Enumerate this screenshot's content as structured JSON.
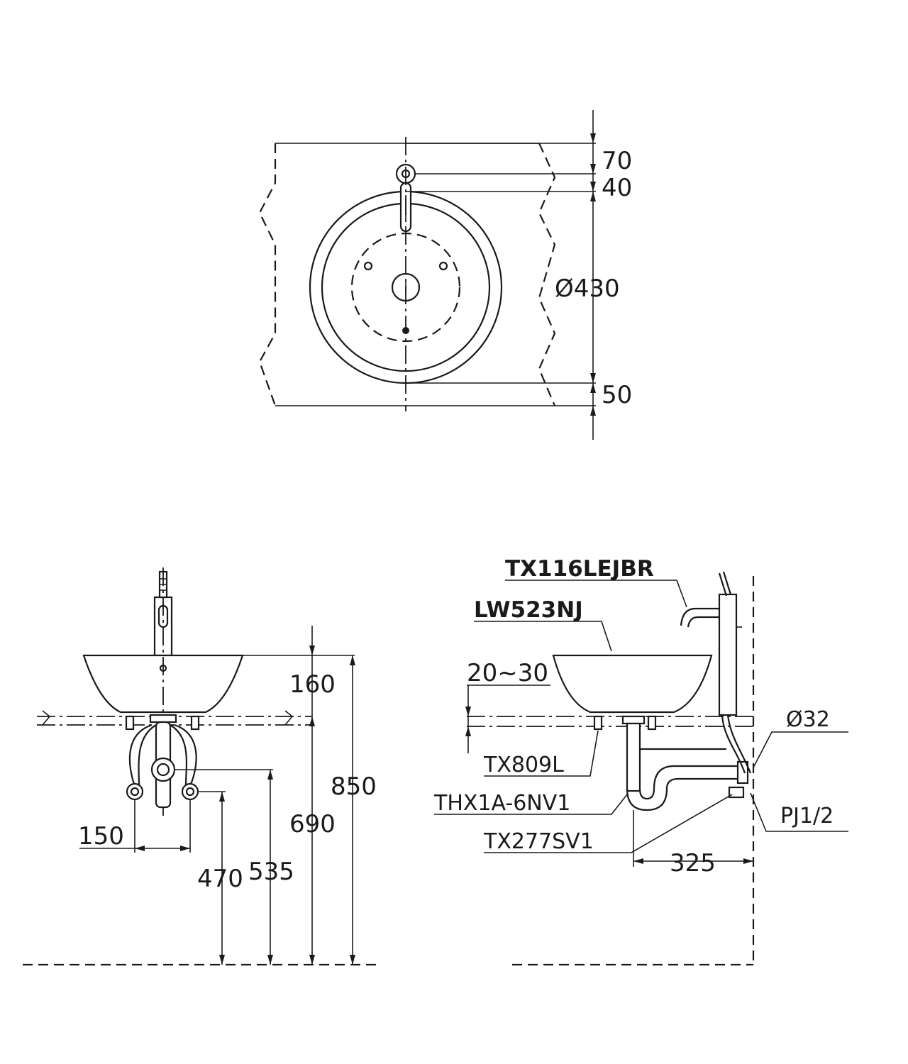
{
  "top_view": {
    "dim_top": "70",
    "dim_faucet": "40",
    "dim_diameter": "Ø430",
    "dim_bottom": "50"
  },
  "front_view": {
    "dim_bowl_height": "160",
    "dim_overall": "850",
    "dim_counter": "690",
    "dim_supply_center": "535",
    "dim_valve_height": "470",
    "dim_valve_spacing": "150"
  },
  "side_view": {
    "faucet_model": "TX116LEJBR",
    "basin_model": "LW523NJ",
    "dim_counter_thickness": "20~30",
    "drain_model": "TX809L",
    "trap_model": "THX1A-6NV1",
    "valve_model": "TX277SV1",
    "dim_pipe": "Ø32",
    "thread_spec": "PJ1/2",
    "dim_wall": "325"
  }
}
